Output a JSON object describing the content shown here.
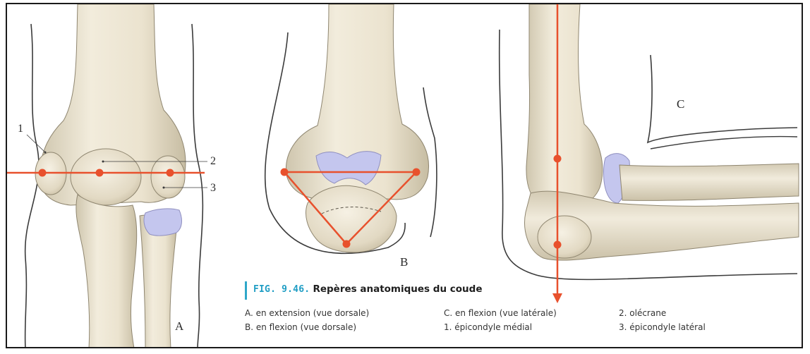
{
  "panels": {
    "a": "A",
    "b": "B",
    "c": "C"
  },
  "numbers": {
    "n1": "1",
    "n2": "2",
    "n3": "3"
  },
  "caption": {
    "figure_number": "FIG. 9.46.",
    "title": "Repères anatomiques du coude"
  },
  "legend": {
    "a": "A.  en extension (vue dorsale)",
    "b": "B.  en flexion (vue dorsale)",
    "c": "C.  en flexion (vue latérale)",
    "n1": "1.  épicondyle médial",
    "n2": "2.  olécrane",
    "n3": "3.  épicondyle latéral"
  },
  "colors": {
    "landmark": "#e8512d",
    "bone": "#ede6d4",
    "bone_shadow": "#c9bfa6",
    "cartilage": "#c4c6ee",
    "outline": "#3b3b3b",
    "caption_accent": "#1f9dc4"
  }
}
